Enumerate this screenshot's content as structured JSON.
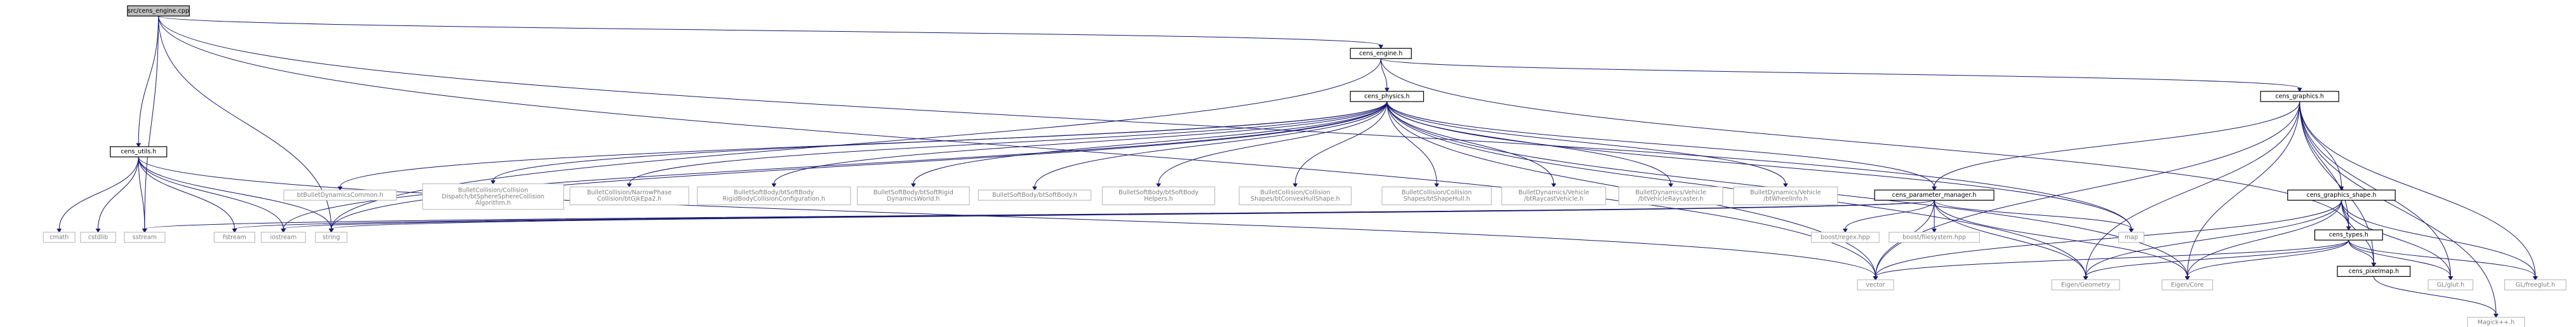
{
  "colors": {
    "edge": "#191970",
    "root_fill": "#bfbfbf",
    "root_stroke": "#000000",
    "local_fill": "#ffffff",
    "local_stroke": "#000000",
    "local_text": "#000000",
    "system_fill": "#ffffff",
    "system_stroke": "#bfbfbf",
    "system_text": "#000000",
    "dim_text": "#7f7f7f"
  },
  "nodes": [
    {
      "id": "root",
      "kind": "root",
      "lines": [
        "src/cens_engine.cpp"
      ]
    },
    {
      "id": "engine_h",
      "kind": "local",
      "lines": [
        "cens_engine.h"
      ]
    },
    {
      "id": "physics_h",
      "kind": "local",
      "lines": [
        "cens_physics.h"
      ]
    },
    {
      "id": "graphics_h",
      "kind": "local",
      "lines": [
        "cens_graphics.h"
      ]
    },
    {
      "id": "utils_h",
      "kind": "local",
      "lines": [
        "cens_utils.h"
      ]
    },
    {
      "id": "param_mgr",
      "kind": "local",
      "lines": [
        "cens_parameter_manager.h"
      ]
    },
    {
      "id": "gfx_shape",
      "kind": "local",
      "lines": [
        "cens_graphics_shape.h"
      ]
    },
    {
      "id": "types_h",
      "kind": "local",
      "lines": [
        "cens_types.h"
      ]
    },
    {
      "id": "pixelmap_h",
      "kind": "local",
      "lines": [
        "cens_pixelmap.h"
      ]
    },
    {
      "id": "btcommon",
      "kind": "system",
      "lines": [
        "btBulletDynamicsCommon.h"
      ]
    },
    {
      "id": "spheresphere",
      "kind": "system",
      "lines": [
        "BulletCollision/Collision",
        "Dispatch/btSphereSphereCollision",
        "Algorithm.h"
      ]
    },
    {
      "id": "gjkepa",
      "kind": "system",
      "lines": [
        "BulletCollision/NarrowPhase",
        "Collision/btGjkEpa2.h"
      ]
    },
    {
      "id": "softcollcfg",
      "kind": "system",
      "lines": [
        "BulletSoftBody/btSoftBody",
        "RigidBodyCollisionConfiguration.h"
      ]
    },
    {
      "id": "softrigidworld",
      "kind": "system",
      "lines": [
        "BulletSoftBody/btSoftRigid",
        "DynamicsWorld.h"
      ]
    },
    {
      "id": "softbody",
      "kind": "system",
      "lines": [
        "BulletSoftBody/btSoftBody.h"
      ]
    },
    {
      "id": "softhelpers",
      "kind": "system",
      "lines": [
        "BulletSoftBody/btSoftBody",
        "Helpers.h"
      ]
    },
    {
      "id": "convexhull",
      "kind": "system",
      "lines": [
        "BulletCollision/Collision",
        "Shapes/btConvexHullShape.h"
      ]
    },
    {
      "id": "shapehull",
      "kind": "system",
      "lines": [
        "BulletCollision/Collision",
        "Shapes/btShapeHull.h"
      ]
    },
    {
      "id": "raycastvehicle",
      "kind": "system",
      "lines": [
        "BulletDynamics/Vehicle",
        "/btRaycastVehicle.h"
      ]
    },
    {
      "id": "vehicleraycaster",
      "kind": "system",
      "lines": [
        "BulletDynamics/Vehicle",
        "/btVehicleRaycaster.h"
      ]
    },
    {
      "id": "wheelinfo",
      "kind": "system",
      "lines": [
        "BulletDynamics/Vehicle",
        "/btWheelInfo.h"
      ]
    },
    {
      "id": "cmath",
      "kind": "system",
      "lines": [
        "cmath"
      ]
    },
    {
      "id": "cstdlib",
      "kind": "system",
      "lines": [
        "cstdlib"
      ]
    },
    {
      "id": "sstream",
      "kind": "system",
      "lines": [
        "sstream"
      ]
    },
    {
      "id": "fstream",
      "kind": "system",
      "lines": [
        "fstream"
      ]
    },
    {
      "id": "iostream",
      "kind": "system",
      "lines": [
        "iostream"
      ]
    },
    {
      "id": "string",
      "kind": "system",
      "lines": [
        "string"
      ]
    },
    {
      "id": "boostregex",
      "kind": "system",
      "lines": [
        "boost/regex.hpp"
      ]
    },
    {
      "id": "boostfs",
      "kind": "system",
      "lines": [
        "boost/filesystem.hpp"
      ]
    },
    {
      "id": "map",
      "kind": "system",
      "lines": [
        "map"
      ]
    },
    {
      "id": "vector",
      "kind": "system",
      "lines": [
        "vector"
      ]
    },
    {
      "id": "eigengeom",
      "kind": "system",
      "lines": [
        "Eigen/Geometry"
      ]
    },
    {
      "id": "eigencore",
      "kind": "system",
      "lines": [
        "Eigen/Core"
      ]
    },
    {
      "id": "glglut",
      "kind": "system",
      "lines": [
        "GL/glut.h"
      ]
    },
    {
      "id": "glfreeglut",
      "kind": "system",
      "lines": [
        "GL/freeglut.h"
      ]
    },
    {
      "id": "magick",
      "kind": "system",
      "lines": [
        "Magick++.h"
      ]
    }
  ],
  "edges": [
    [
      "root",
      "engine_h"
    ],
    [
      "root",
      "utils_h"
    ],
    [
      "root",
      "vector"
    ],
    [
      "root",
      "sstream"
    ],
    [
      "root",
      "string"
    ],
    [
      "root",
      "map"
    ],
    [
      "engine_h",
      "physics_h"
    ],
    [
      "engine_h",
      "graphics_h"
    ],
    [
      "engine_h",
      "string"
    ],
    [
      "engine_h",
      "types_h"
    ],
    [
      "physics_h",
      "btcommon"
    ],
    [
      "physics_h",
      "spheresphere"
    ],
    [
      "physics_h",
      "gjkepa"
    ],
    [
      "physics_h",
      "softcollcfg"
    ],
    [
      "physics_h",
      "softrigidworld"
    ],
    [
      "physics_h",
      "softbody"
    ],
    [
      "physics_h",
      "softhelpers"
    ],
    [
      "physics_h",
      "convexhull"
    ],
    [
      "physics_h",
      "shapehull"
    ],
    [
      "physics_h",
      "raycastvehicle"
    ],
    [
      "physics_h",
      "vehicleraycaster"
    ],
    [
      "physics_h",
      "wheelinfo"
    ],
    [
      "physics_h",
      "param_mgr"
    ],
    [
      "physics_h",
      "string"
    ],
    [
      "physics_h",
      "iostream"
    ],
    [
      "physics_h",
      "vector"
    ],
    [
      "physics_h",
      "map"
    ],
    [
      "physics_h",
      "eigencore"
    ],
    [
      "physics_h",
      "eigengeom"
    ],
    [
      "graphics_h",
      "param_mgr"
    ],
    [
      "graphics_h",
      "gfx_shape"
    ],
    [
      "graphics_h",
      "types_h"
    ],
    [
      "graphics_h",
      "pixelmap_h"
    ],
    [
      "graphics_h",
      "vector"
    ],
    [
      "graphics_h",
      "eigengeom"
    ],
    [
      "graphics_h",
      "eigencore"
    ],
    [
      "graphics_h",
      "glglut"
    ],
    [
      "graphics_h",
      "glfreeglut"
    ],
    [
      "graphics_h",
      "magick"
    ],
    [
      "utils_h",
      "cmath"
    ],
    [
      "utils_h",
      "cstdlib"
    ],
    [
      "utils_h",
      "sstream"
    ],
    [
      "utils_h",
      "fstream"
    ],
    [
      "utils_h",
      "iostream"
    ],
    [
      "utils_h",
      "string"
    ],
    [
      "utils_h",
      "vector"
    ],
    [
      "param_mgr",
      "boostregex"
    ],
    [
      "param_mgr",
      "boostfs"
    ],
    [
      "param_mgr",
      "map"
    ],
    [
      "param_mgr",
      "vector"
    ],
    [
      "param_mgr",
      "string"
    ],
    [
      "param_mgr",
      "sstream"
    ],
    [
      "param_mgr",
      "fstream"
    ],
    [
      "param_mgr",
      "iostream"
    ],
    [
      "param_mgr",
      "eigengeom"
    ],
    [
      "param_mgr",
      "eigencore"
    ],
    [
      "gfx_shape",
      "types_h"
    ],
    [
      "gfx_shape",
      "pixelmap_h"
    ],
    [
      "gfx_shape",
      "vector"
    ],
    [
      "gfx_shape",
      "eigengeom"
    ],
    [
      "gfx_shape",
      "eigencore"
    ],
    [
      "gfx_shape",
      "glglut"
    ],
    [
      "gfx_shape",
      "glfreeglut"
    ],
    [
      "types_h",
      "pixelmap_h"
    ],
    [
      "types_h",
      "vector"
    ],
    [
      "types_h",
      "eigengeom"
    ],
    [
      "types_h",
      "eigencore"
    ],
    [
      "types_h",
      "glglut"
    ],
    [
      "types_h",
      "glfreeglut"
    ],
    [
      "pixelmap_h",
      "magick"
    ]
  ]
}
